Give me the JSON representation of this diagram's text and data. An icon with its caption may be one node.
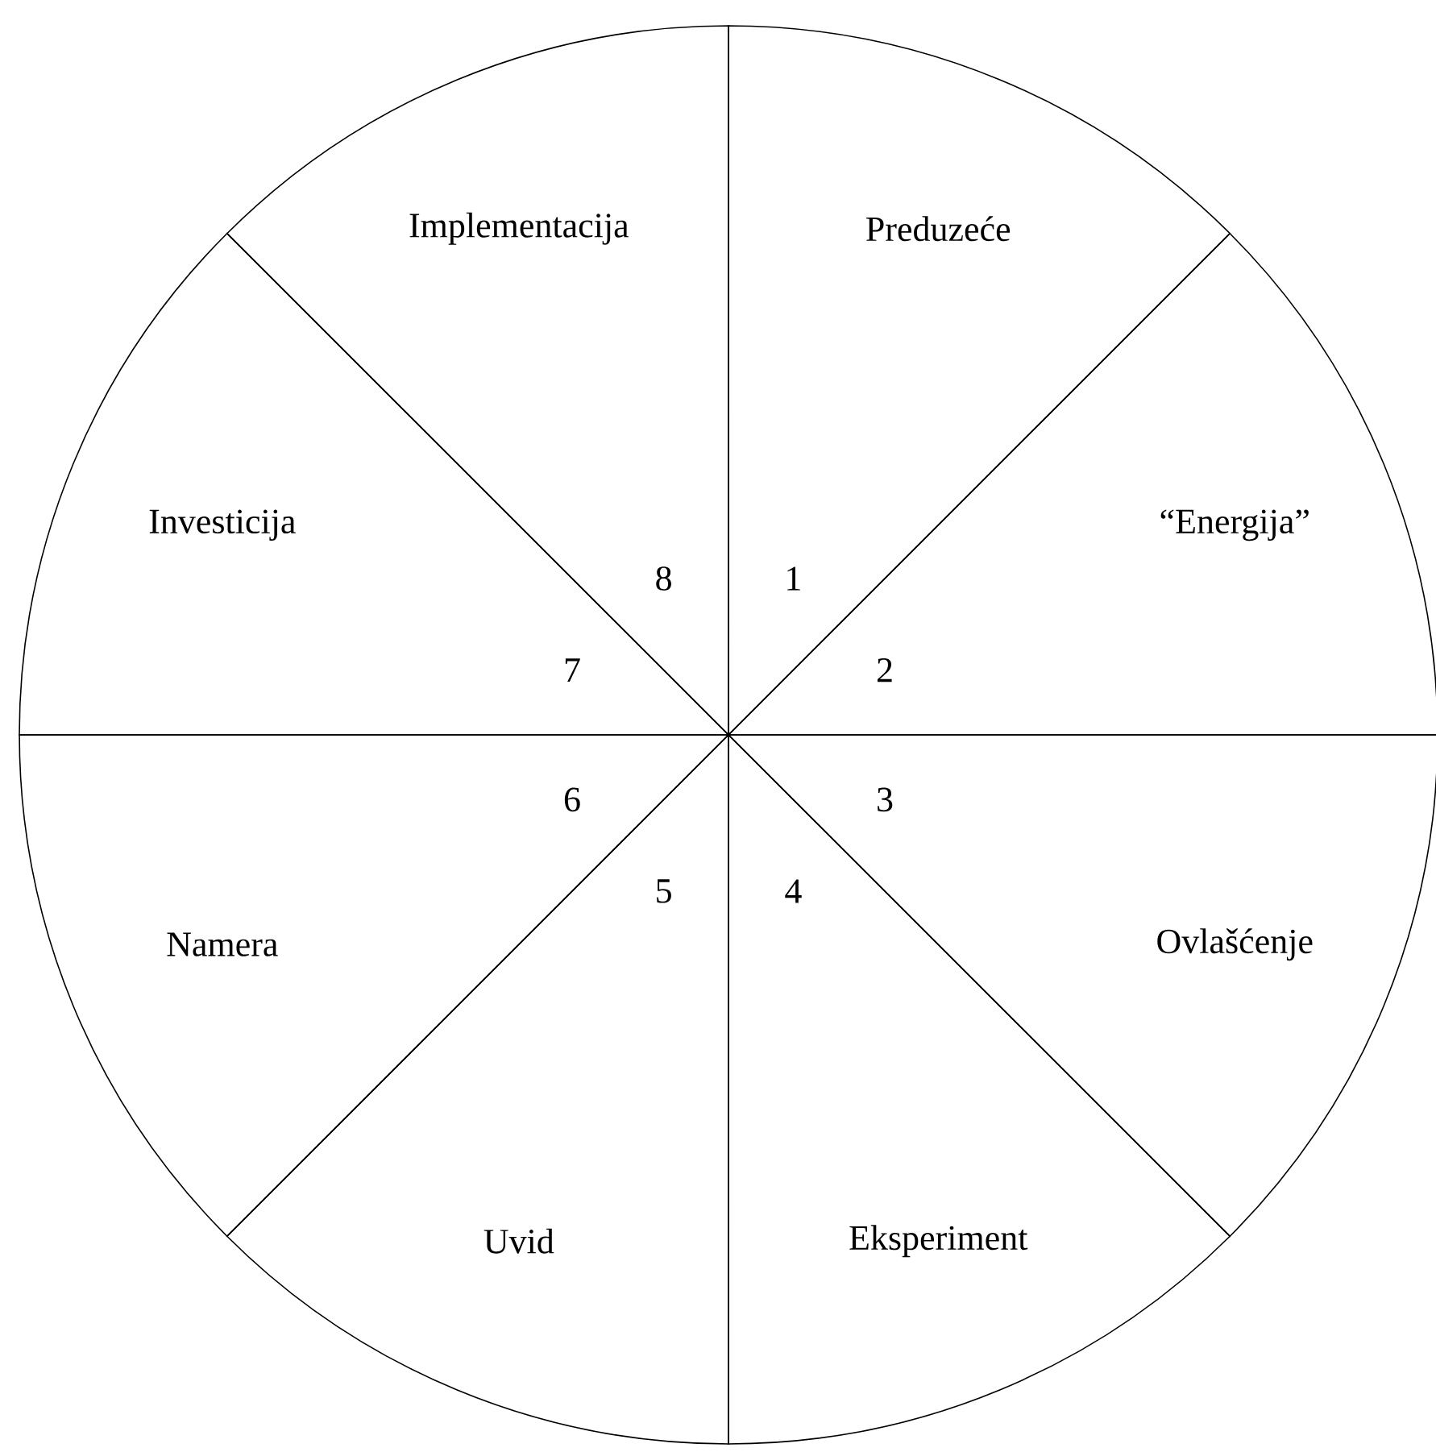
{
  "diagram": {
    "nodes": [
      {
        "text": [
          "Preduzeće",
          "1"
        ]
      },
      {
        "text": [
          "“Energija”",
          "2"
        ]
      },
      {
        "text": [
          "Ovlašćenje",
          "3"
        ]
      },
      {
        "text": [
          "Eksperiment",
          "4"
        ]
      },
      {
        "text": [
          "Uvid",
          "5"
        ]
      },
      {
        "text": [
          "Namera",
          "6"
        ]
      },
      {
        "text": [
          "Investicija",
          "7"
        ]
      },
      {
        "text": [
          "Implementacija",
          "8"
        ]
      }
    ]
  }
}
